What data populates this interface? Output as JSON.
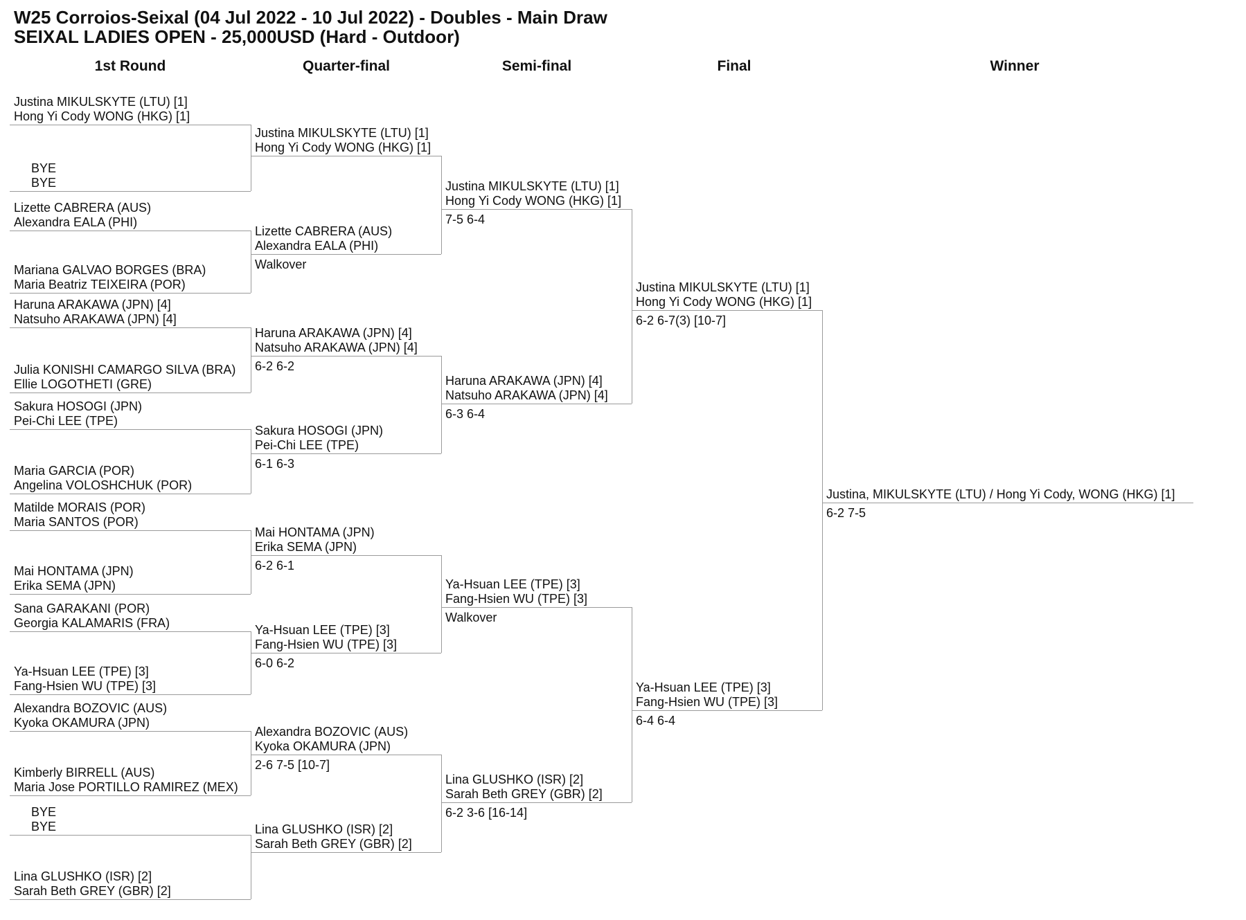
{
  "header": {
    "title_line1": "W25 Corroios-Seixal (04 Jul 2022 - 10 Jul 2022) - Doubles - Main Draw",
    "title_line2": "SEIXAL LADIES OPEN - 25,000USD (Hard - Outdoor)"
  },
  "rounds": [
    "1st Round",
    "Quarter-final",
    "Semi-final",
    "Final",
    "Winner"
  ],
  "first_round": [
    {
      "players": [
        "Justina MIKULSKYTE (LTU) [1]",
        "Hong Yi Cody WONG (HKG) [1]"
      ],
      "bye": false
    },
    {
      "players": [
        "BYE",
        "BYE"
      ],
      "bye": true
    },
    {
      "players": [
        "Lizette CABRERA (AUS)",
        "Alexandra EALA (PHI)"
      ],
      "bye": false
    },
    {
      "players": [
        "Mariana GALVAO BORGES (BRA)",
        "Maria Beatriz TEIXEIRA (POR)"
      ],
      "bye": false
    },
    {
      "players": [
        "Haruna ARAKAWA (JPN) [4]",
        "Natsuho ARAKAWA (JPN) [4]"
      ],
      "bye": false
    },
    {
      "players": [
        "Julia KONISHI CAMARGO SILVA (BRA)",
        "Ellie LOGOTHETI (GRE)"
      ],
      "bye": false
    },
    {
      "players": [
        "Sakura HOSOGI (JPN)",
        "Pei-Chi LEE (TPE)"
      ],
      "bye": false
    },
    {
      "players": [
        "Maria GARCIA (POR)",
        "Angelina VOLOSHCHUK (POR)"
      ],
      "bye": false
    },
    {
      "players": [
        "Matilde MORAIS (POR)",
        "Maria SANTOS (POR)"
      ],
      "bye": false
    },
    {
      "players": [
        "Mai HONTAMA (JPN)",
        "Erika SEMA (JPN)"
      ],
      "bye": false
    },
    {
      "players": [
        "Sana GARAKANI (POR)",
        "Georgia KALAMARIS (FRA)"
      ],
      "bye": false
    },
    {
      "players": [
        "Ya-Hsuan LEE (TPE) [3]",
        "Fang-Hsien WU (TPE) [3]"
      ],
      "bye": false
    },
    {
      "players": [
        "Alexandra BOZOVIC (AUS)",
        "Kyoka OKAMURA (JPN)"
      ],
      "bye": false
    },
    {
      "players": [
        "Kimberly BIRRELL (AUS)",
        "Maria Jose PORTILLO RAMIREZ (MEX)"
      ],
      "bye": false
    },
    {
      "players": [
        "BYE",
        "BYE"
      ],
      "bye": true
    },
    {
      "players": [
        "Lina GLUSHKO (ISR) [2]",
        "Sarah Beth GREY (GBR) [2]"
      ],
      "bye": false
    }
  ],
  "quarter_final": [
    {
      "players": [
        "Justina MIKULSKYTE (LTU) [1]",
        "Hong Yi Cody WONG (HKG) [1]"
      ],
      "score": ""
    },
    {
      "players": [
        "Lizette CABRERA (AUS)",
        "Alexandra EALA (PHI)"
      ],
      "score": "Walkover"
    },
    {
      "players": [
        "Haruna ARAKAWA (JPN) [4]",
        "Natsuho ARAKAWA (JPN) [4]"
      ],
      "score": "6-2 6-2"
    },
    {
      "players": [
        "Sakura HOSOGI (JPN)",
        "Pei-Chi LEE (TPE)"
      ],
      "score": "6-1 6-3"
    },
    {
      "players": [
        "Mai HONTAMA (JPN)",
        "Erika SEMA (JPN)"
      ],
      "score": "6-2 6-1"
    },
    {
      "players": [
        "Ya-Hsuan LEE (TPE) [3]",
        "Fang-Hsien WU (TPE) [3]"
      ],
      "score": "6-0 6-2"
    },
    {
      "players": [
        "Alexandra BOZOVIC (AUS)",
        "Kyoka OKAMURA (JPN)"
      ],
      "score": "2-6 7-5 [10-7]"
    },
    {
      "players": [
        "Lina GLUSHKO (ISR) [2]",
        "Sarah Beth GREY (GBR) [2]"
      ],
      "score": ""
    }
  ],
  "semi_final": [
    {
      "players": [
        "Justina MIKULSKYTE (LTU) [1]",
        "Hong Yi Cody WONG (HKG) [1]"
      ],
      "score": "7-5 6-4"
    },
    {
      "players": [
        "Haruna ARAKAWA (JPN) [4]",
        "Natsuho ARAKAWA (JPN) [4]"
      ],
      "score": "6-3 6-4"
    },
    {
      "players": [
        "Ya-Hsuan LEE (TPE) [3]",
        "Fang-Hsien WU (TPE) [3]"
      ],
      "score": "Walkover"
    },
    {
      "players": [
        "Lina GLUSHKO (ISR) [2]",
        "Sarah Beth GREY (GBR) [2]"
      ],
      "score": "6-2 3-6 [16-14]"
    }
  ],
  "final": [
    {
      "players": [
        "Justina MIKULSKYTE (LTU) [1]",
        "Hong Yi Cody WONG (HKG) [1]"
      ],
      "score": "6-2 6-7(3) [10-7]"
    },
    {
      "players": [
        "Ya-Hsuan LEE (TPE) [3]",
        "Fang-Hsien WU (TPE) [3]"
      ],
      "score": "6-4 6-4"
    }
  ],
  "winner": {
    "name": "Justina, MIKULSKYTE (LTU) / Hong Yi Cody, WONG (HKG) [1]",
    "score": "6-2 7-5"
  }
}
